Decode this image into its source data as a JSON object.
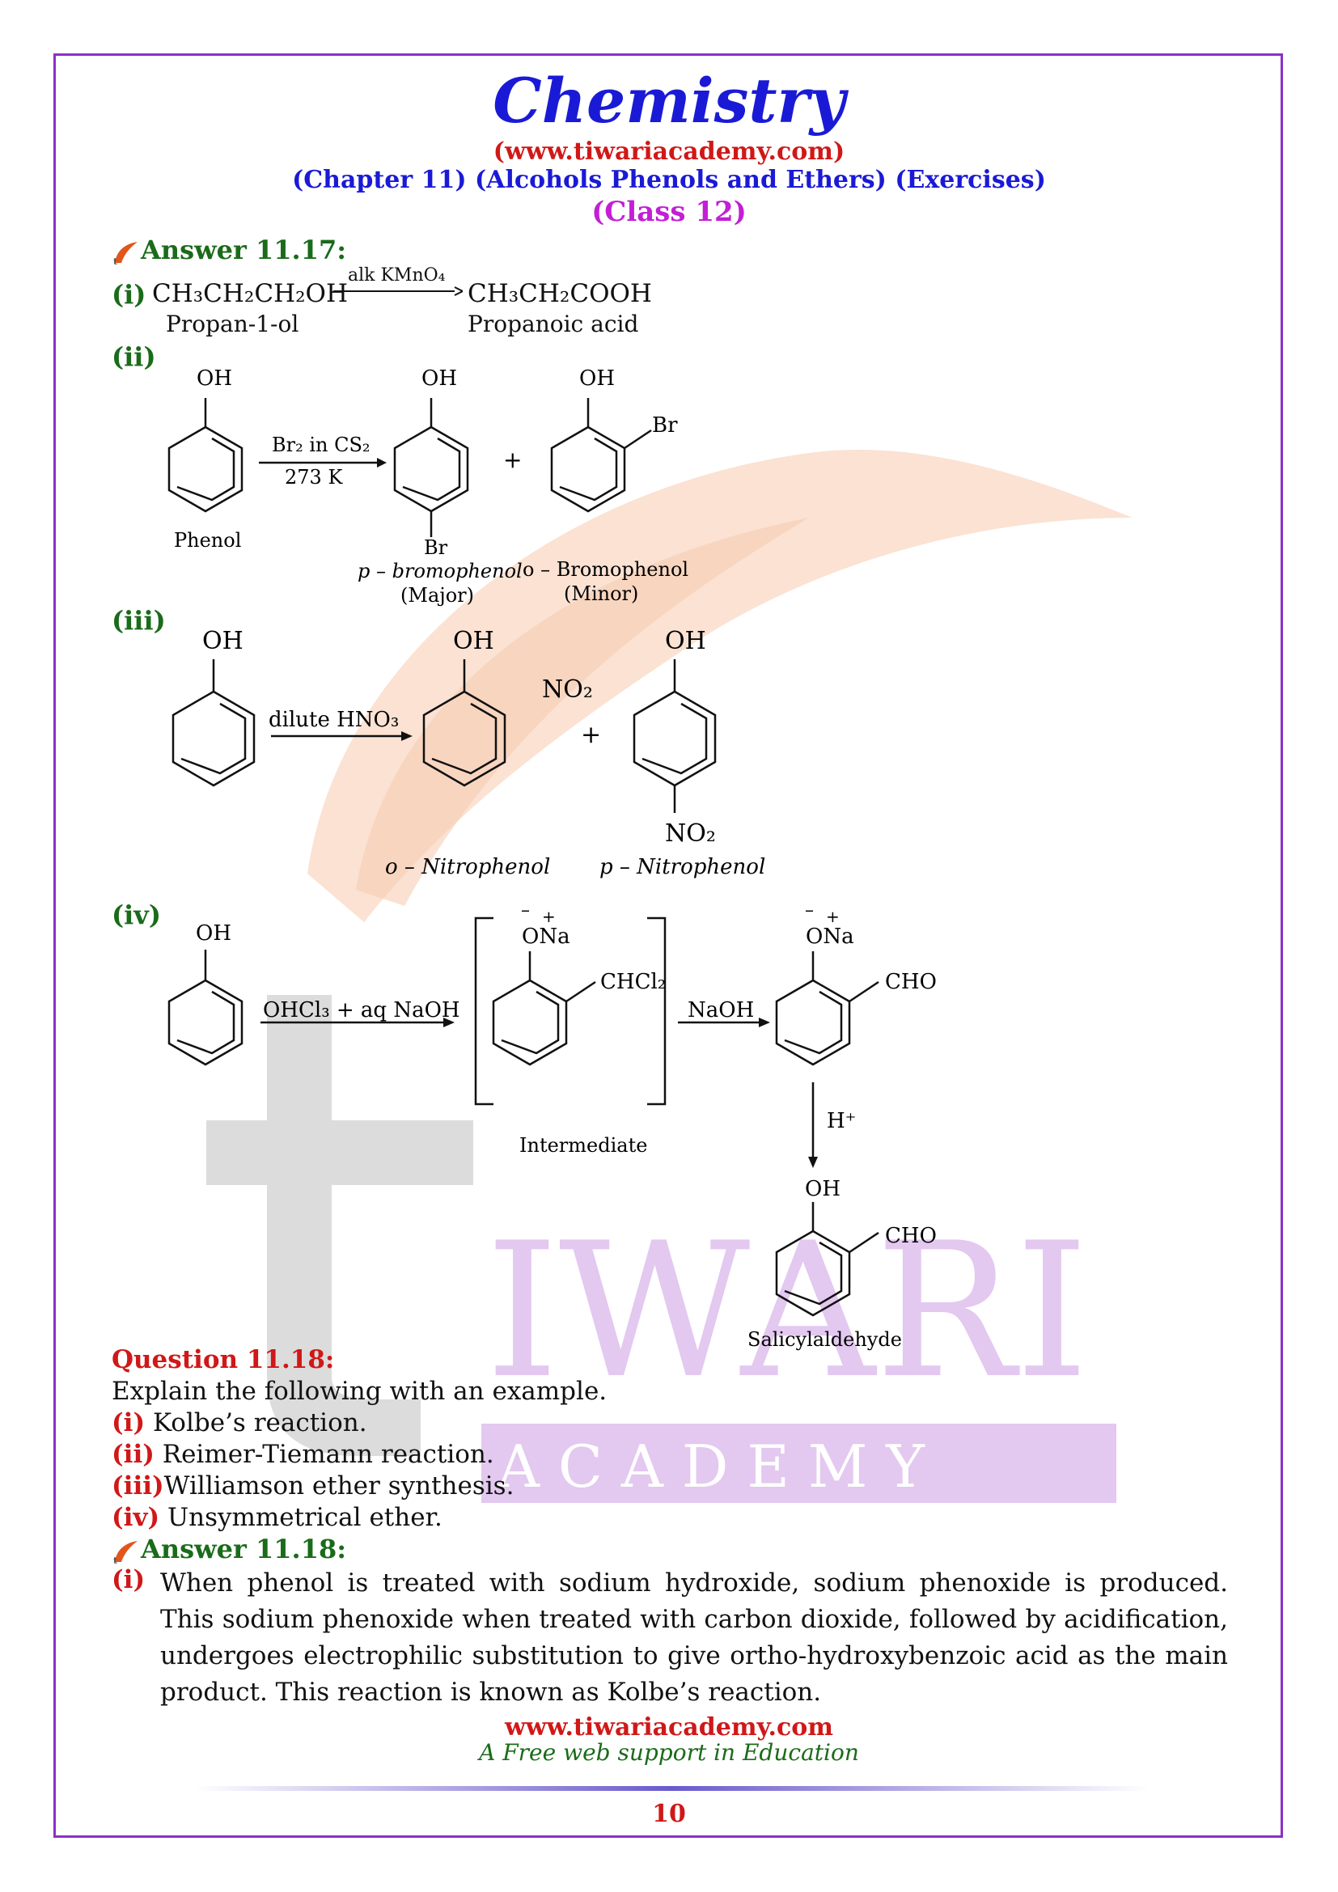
{
  "header": {
    "title": "Chemistry",
    "url": "(www.tiwariacademy.com)",
    "chapter": "(Chapter 11) (Alcohols Phenols and Ethers) (Exercises)",
    "class": "(Class 12)"
  },
  "answer_17": {
    "heading": "Answer 11.17:",
    "i_label": "(i)",
    "i_reactant": "CH₃CH₂CH₂OH",
    "i_reagent": "alk KMnO₄",
    "i_product": "CH₃CH₂COOH",
    "i_reactant_name": "Propan-1-ol",
    "i_product_name": "Propanoic acid",
    "ii_label": "(ii)",
    "ii_reagent_1": "Br₂ in CS₂",
    "ii_reagent_2": "273 K",
    "ii_phenol": "Phenol",
    "ii_p_name": "p – bromophenol",
    "ii_p_major": "(Major)",
    "ii_o_name": "o – Bromophenol",
    "ii_o_minor": "(Minor)",
    "iii_label": "(iii)",
    "iii_reagent": "dilute HNO₃",
    "iii_o_name": "o – Nitrophenol",
    "iii_p_name": "p – Nitrophenol",
    "iv_label": "(iv)",
    "iv_reagent_1": "OHCl₃ + aq NaOH",
    "iv_reagent_2": "NaOH",
    "iv_reagent_3": "H⁺",
    "iv_intermediate": "Intermediate",
    "iv_product": "Salicylaldehyde",
    "oh": "OH",
    "br": "Br",
    "no2": "NO₂",
    "ona": "ONa",
    "chcl2": "CHCl₂",
    "cho": "CHO",
    "plus": "+"
  },
  "question_18": {
    "heading": "Question 11.18:",
    "prompt": "Explain the following with an example.",
    "items": [
      {
        "label": "(i)",
        "text": "Kolbe’s reaction."
      },
      {
        "label": "(ii)",
        "text": "Reimer-Tiemann reaction."
      },
      {
        "label": "(iii)",
        "text": "Williamson ether synthesis."
      },
      {
        "label": "(iv)",
        "text": "Unsymmetrical ether."
      }
    ]
  },
  "answer_18": {
    "heading": "Answer 11.18:",
    "i_label": "(i)",
    "i_text": "When phenol is treated with sodium hydroxide, sodium phenoxide is produced. This sodium phenoxide when treated with carbon dioxide, followed by acidification, undergoes electrophilic substitution to give ortho-hydroxybenzoic acid as the main product. This reaction is known as Kolbe’s reaction."
  },
  "watermark": {
    "line1": "IWARI",
    "line2": "A C A D E M Y"
  },
  "footer": {
    "url": "www.tiwariacademy.com",
    "tagline": "A Free web support in Education",
    "page_number": "10"
  },
  "colors": {
    "frame": "#8b2fc9",
    "title": "#1a1ad6",
    "red": "#d01818",
    "green": "#1a6b1a",
    "magenta": "#c21fd6"
  }
}
